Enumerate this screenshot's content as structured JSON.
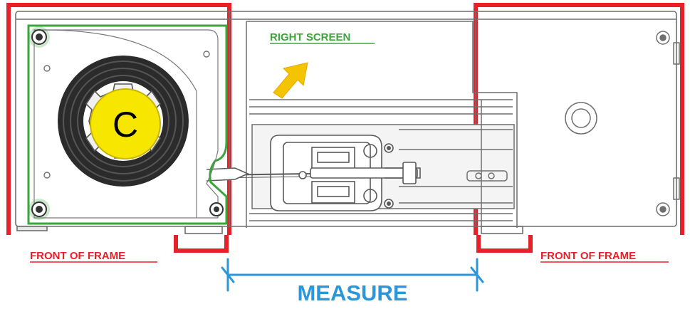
{
  "labels": {
    "right_screen": "RIGHT SCREEN",
    "front_left": "FRONT OF FRAME",
    "front_right": "FRONT OF FRAME",
    "measure": "MEASURE",
    "center_marker": "C"
  },
  "colors": {
    "frame_red": "#e8202a",
    "cassette_green": "#3aa53a",
    "measure_blue": "#2c97d8",
    "marker_yellow": "#f7e600",
    "arrow_yellow": "#f5c400",
    "outline_gray": "#6f6f6f"
  }
}
